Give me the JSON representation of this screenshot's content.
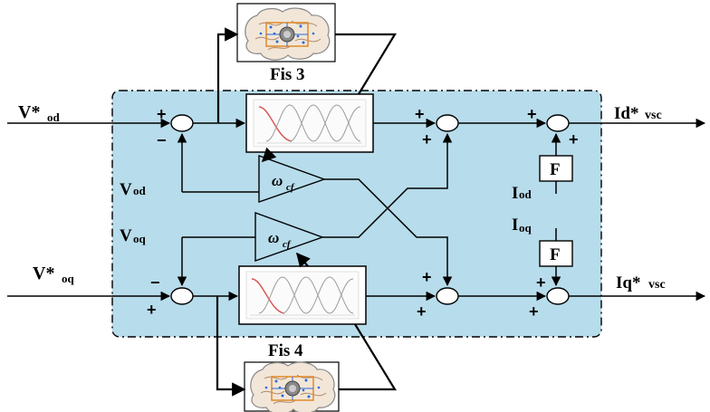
{
  "title": "",
  "colors": {
    "panel_fill": "#b7dceb",
    "line": "#000000",
    "mf_red": "#d9534f",
    "mf_gray": "#9a9a9a",
    "brain_fill": "#f2e6d8"
  },
  "labels": {
    "v_od_ref": {
      "main": "V*",
      "sub": "od"
    },
    "v_oq_ref": {
      "main": "V*",
      "sub": "oq"
    },
    "v_od": {
      "main": "V",
      "sub": "od"
    },
    "v_oq": {
      "main": "V",
      "sub": "oq"
    },
    "i_od": {
      "main": "I",
      "sub": "od"
    },
    "i_oq": {
      "main": "I",
      "sub": "oq"
    },
    "id_out": {
      "main": "Id*",
      "sub": "vsc"
    },
    "iq_out": {
      "main": "Iq*",
      "sub": "vsc"
    },
    "fis3": "Fis 3",
    "fis4": "Fis 4",
    "gain_symbol": "ω",
    "gain_sub": "cf",
    "filter_block": "F"
  },
  "signs": {
    "plus": "+",
    "minus": "−"
  },
  "icons": [
    "fuzzy-membership-icon",
    "brain-circuit-icon",
    "summing-junction-icon",
    "gain-triangle-icon"
  ]
}
